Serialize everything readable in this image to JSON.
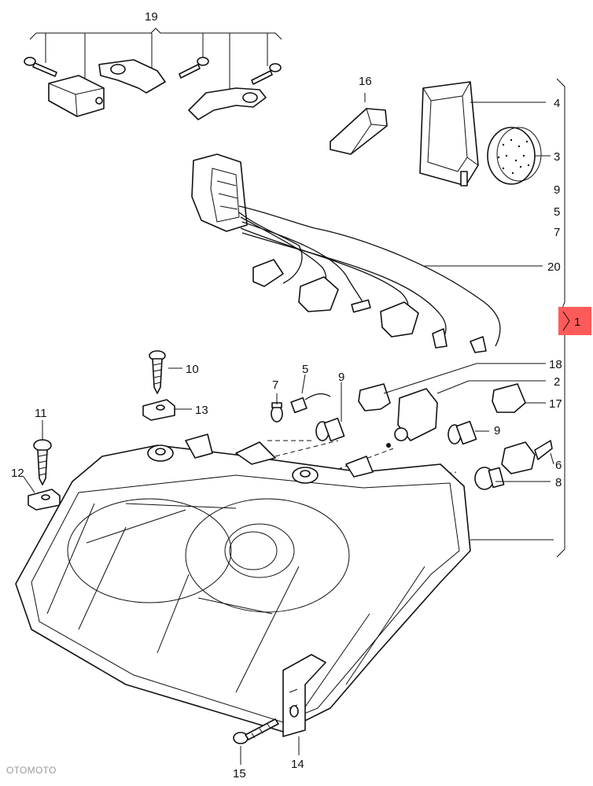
{
  "callouts": {
    "c1": "1",
    "c2": "2",
    "c3": "3",
    "c4": "4",
    "c5_right": "5",
    "c5": "5",
    "c6": "6",
    "c7_right": "7",
    "c7": "7",
    "c8": "8",
    "c9_right": "9",
    "c9_a": "9",
    "c9_b": "9",
    "c10": "10",
    "c11": "11",
    "c12": "12",
    "c13": "13",
    "c14": "14",
    "c15": "15",
    "c16": "16",
    "c17": "17",
    "c18": "18",
    "c19": "19",
    "c20": "20"
  },
  "highlight_color": "#ff5a5a",
  "watermark": "OTOMOTO"
}
